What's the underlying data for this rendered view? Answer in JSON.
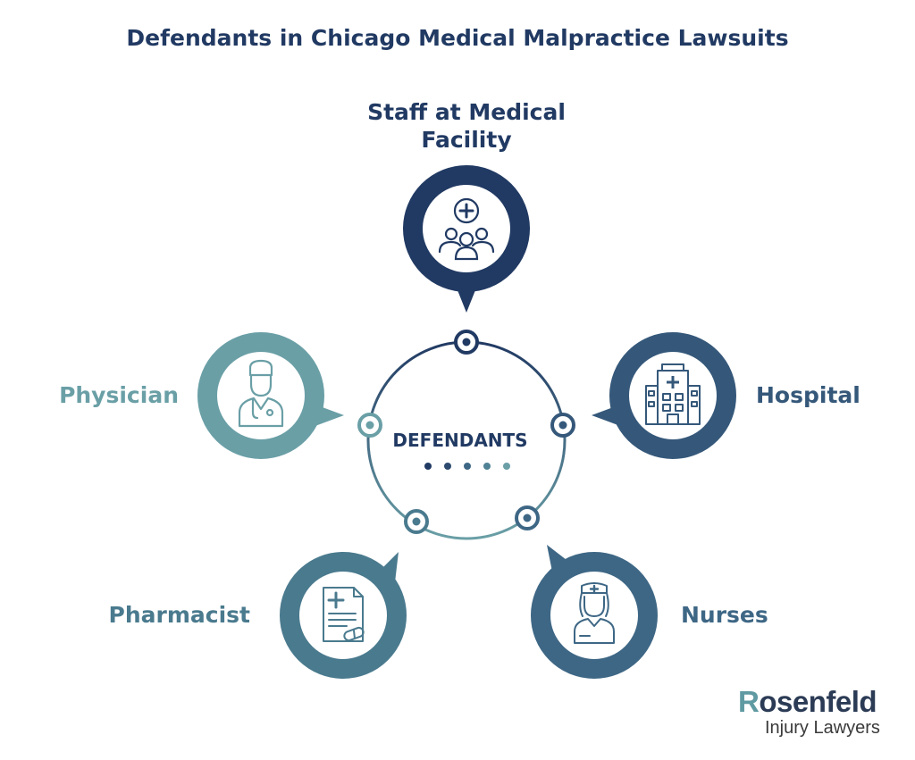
{
  "title": "Defendants in Chicago Medical Malpractice Lawsuits",
  "center": {
    "label": "DEFENDANTS"
  },
  "nodes": [
    {
      "label_line1": "Staff at Medical",
      "label_line2": "Facility",
      "icon": "medical-staff-group-icon",
      "color": "#213a63"
    },
    {
      "label": "Physician",
      "icon": "doctor-icon",
      "color": "#6a9fa6"
    },
    {
      "label": "Hospital",
      "icon": "hospital-building-icon",
      "color": "#35587a"
    },
    {
      "label": "Pharmacist",
      "icon": "prescription-document-icon",
      "color": "#4a7a8e"
    },
    {
      "label": "Nurses",
      "icon": "nurse-icon",
      "color": "#3e6785"
    }
  ],
  "logo": {
    "brand_first": "R",
    "brand_rest": "osenfeld",
    "subtitle": "Injury Lawyers"
  }
}
